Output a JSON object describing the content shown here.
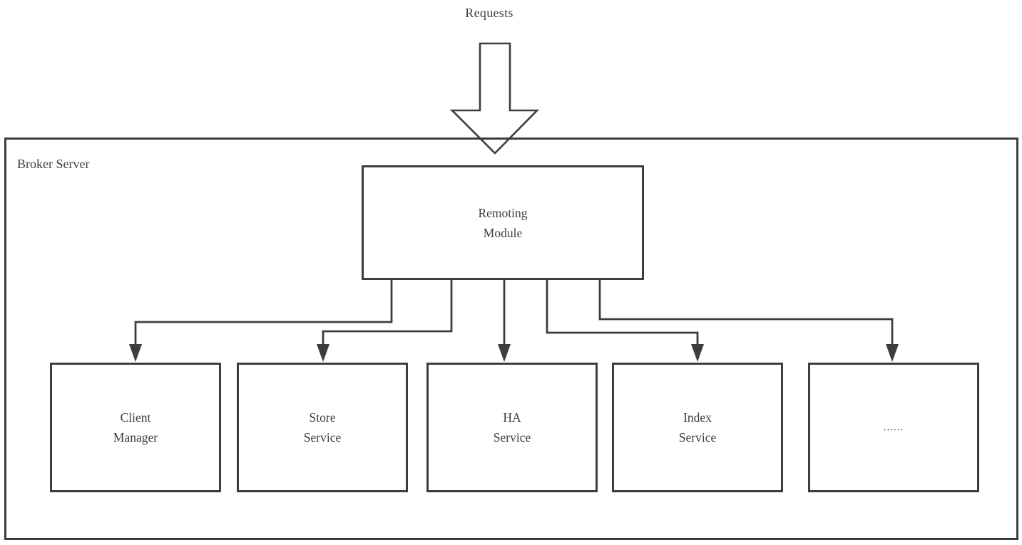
{
  "diagram": {
    "requests_label": "Requests",
    "container": {
      "label": "Broker Server"
    },
    "root_node": {
      "label": "Remoting\nModule"
    },
    "children": [
      {
        "label": "Client\nManager"
      },
      {
        "label": "Store\nService"
      },
      {
        "label": "HA\nService"
      },
      {
        "label": "Index\nService"
      },
      {
        "label": "......"
      }
    ],
    "icons": {
      "flow_arrow": "down-arrow"
    },
    "colors": {
      "line": "#3d3d3d",
      "text": "#3f3f3f",
      "background": "#ffffff"
    }
  }
}
